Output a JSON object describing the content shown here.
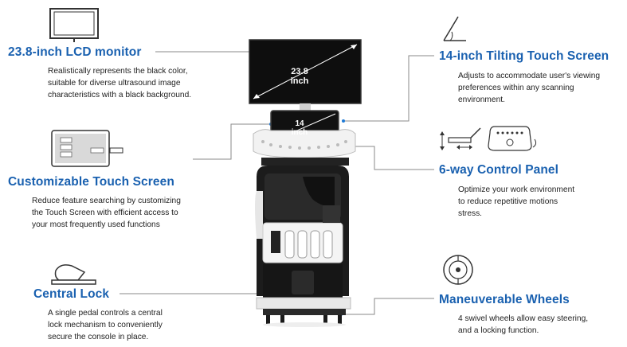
{
  "features": {
    "lcd": {
      "title": "23.8-inch LCD monitor",
      "desc": [
        "Realistically represents the black color,",
        "suitable for diverse ultrasound image",
        "characteristics with a black background."
      ]
    },
    "touch_custom": {
      "title": "Customizable Touch Screen",
      "desc": [
        "Reduce feature searching by customizing",
        "the Touch Screen with efficient access to",
        "your most frequently used functions"
      ]
    },
    "central_lock": {
      "title": "Central Lock",
      "desc": [
        "A single pedal controls a central",
        "lock mechanism to conveniently",
        "secure the console in place."
      ]
    },
    "tilting": {
      "title": "14-inch Tilting Touch Screen",
      "desc": [
        "Adjusts to accommodate user's viewing",
        "preferences within any scanning",
        "environment."
      ]
    },
    "control_panel": {
      "title": "6-way Control Panel",
      "desc": [
        "Optimize your work environment",
        "to reduce repetitive motions",
        "stress."
      ]
    },
    "wheels": {
      "title": "Maneuverable Wheels",
      "desc": [
        "4 swivel wheels allow easy steering,",
        "and a locking function."
      ]
    }
  },
  "device": {
    "monitor_size": [
      "23.8",
      "inch"
    ],
    "touch_size": [
      "14",
      "inch"
    ]
  },
  "colors": {
    "accent": "#1a61b0",
    "line": "#888888",
    "dot": "#1f7ad6"
  }
}
